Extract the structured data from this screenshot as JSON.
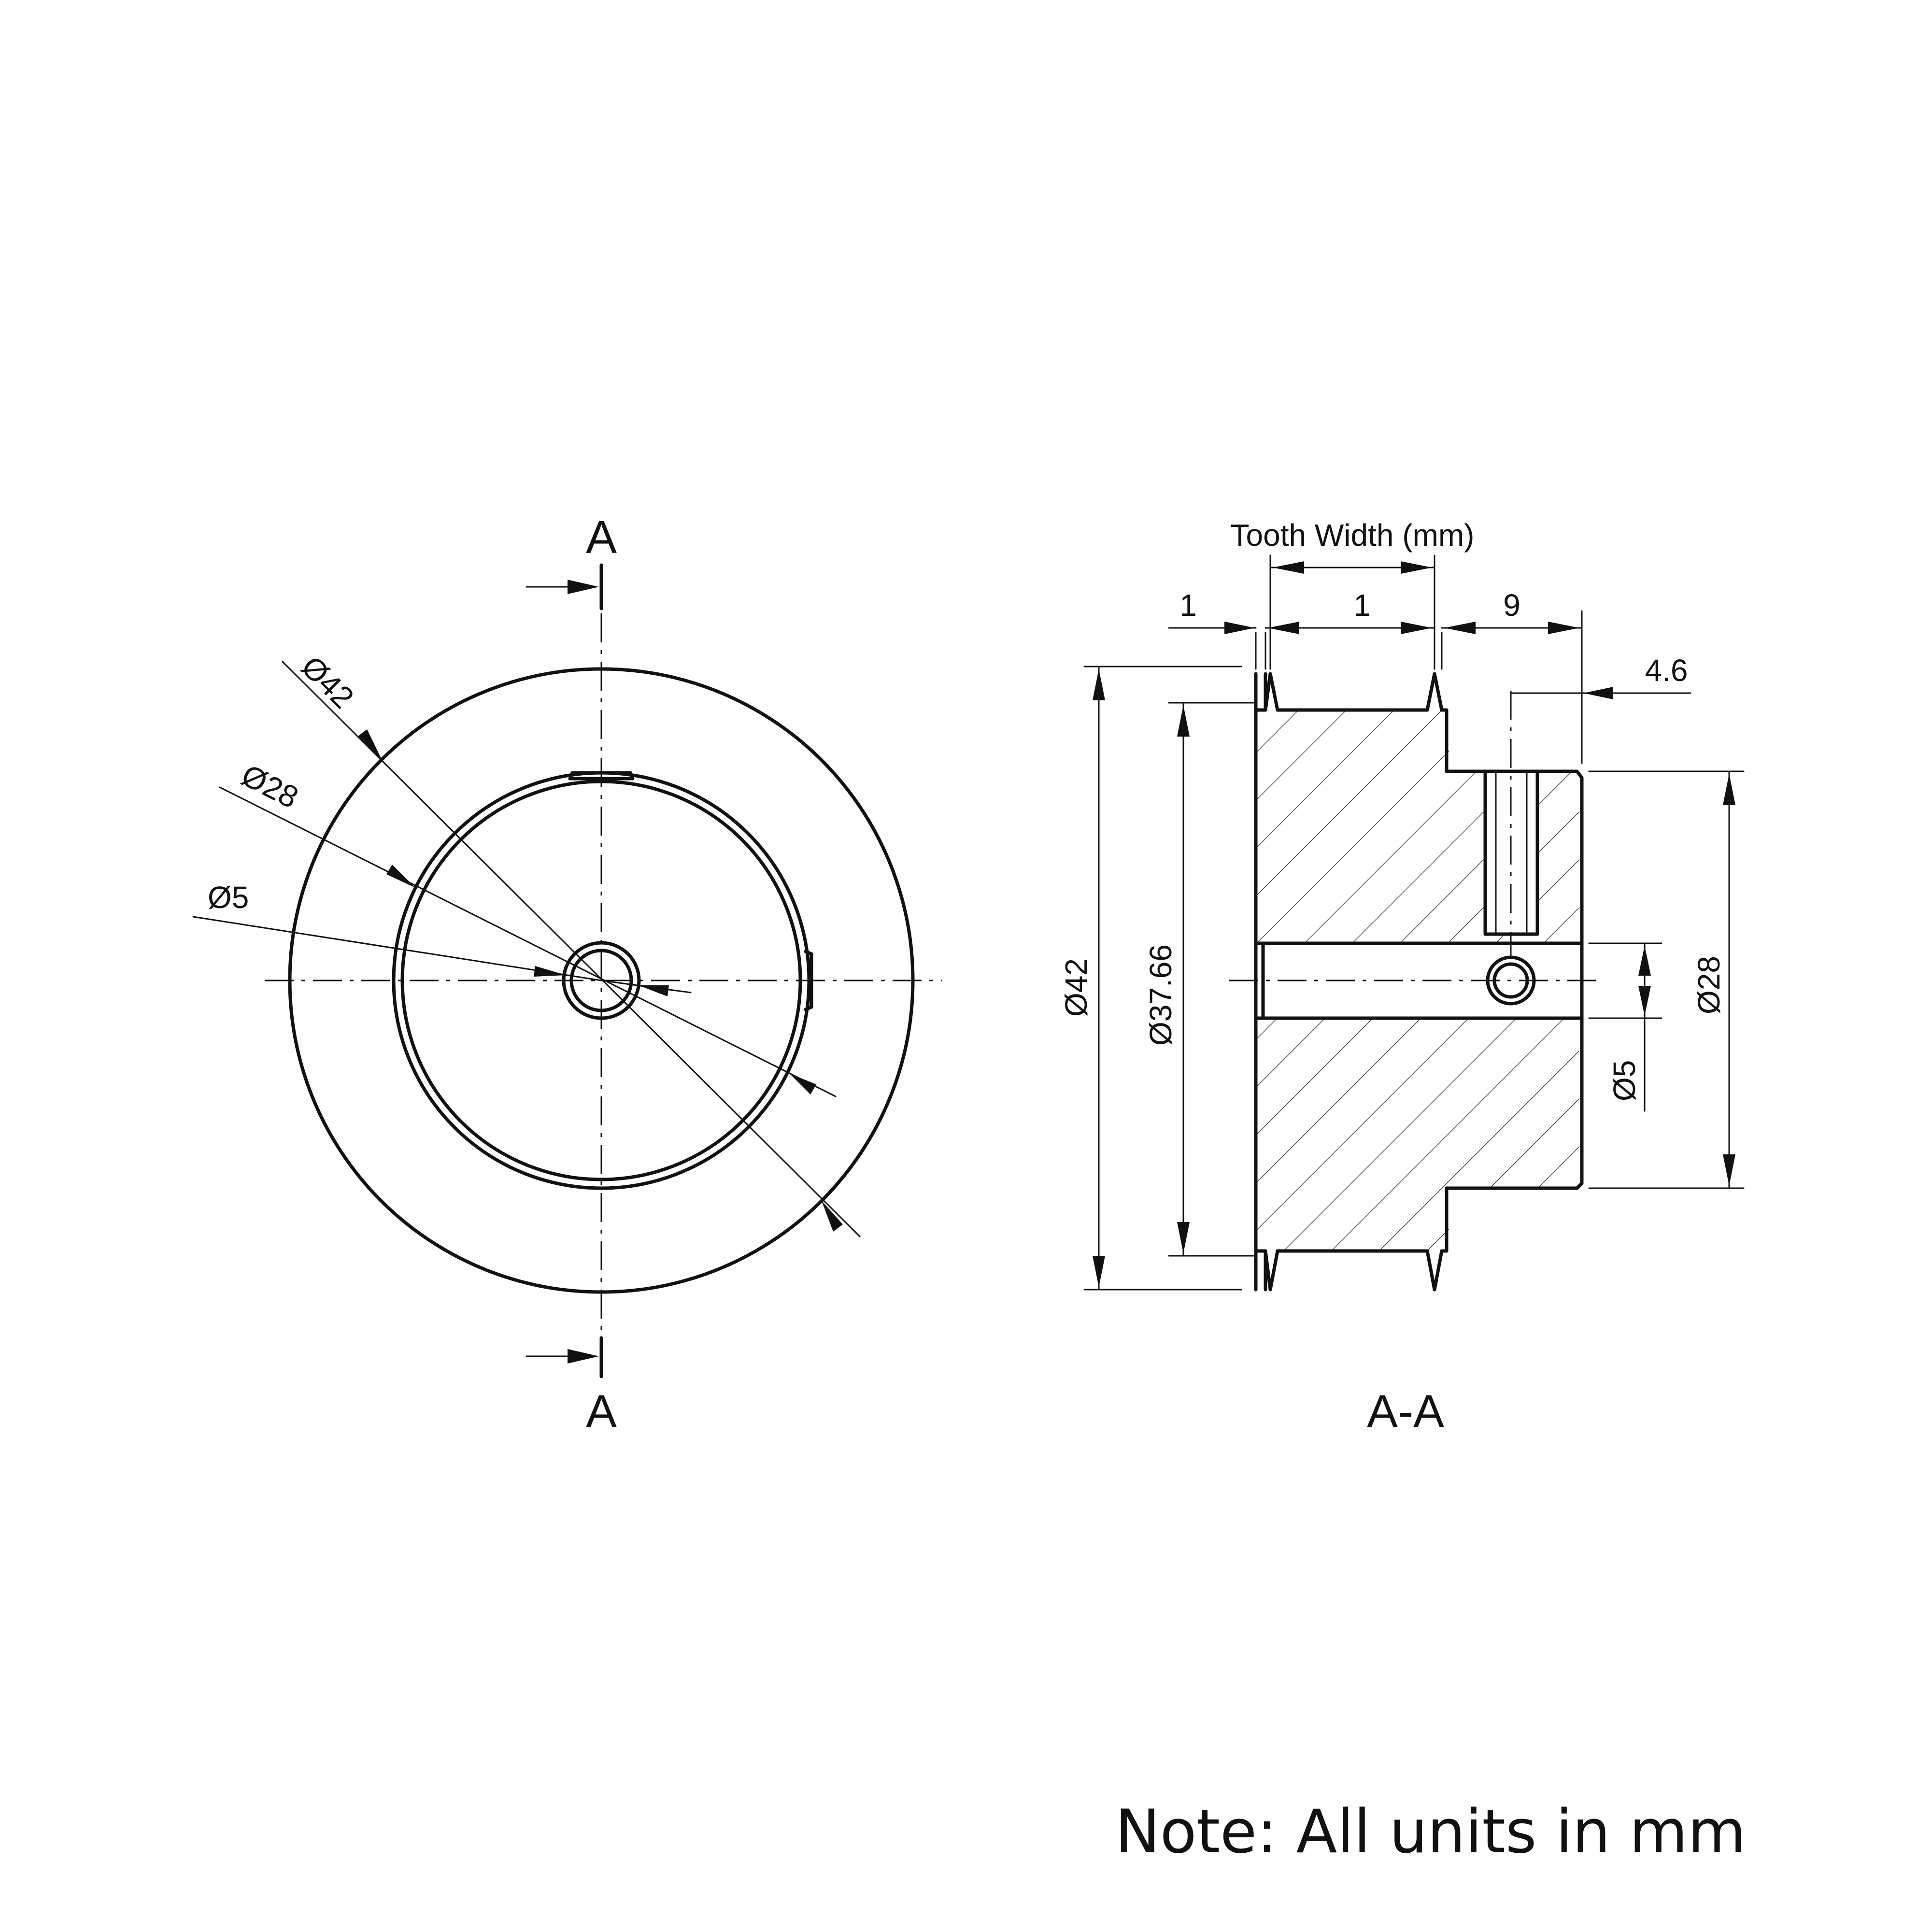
{
  "front_view": {
    "section_label_top": "A",
    "section_label_bottom": "A",
    "dim_outer": "Ø42",
    "dim_hub": "Ø28",
    "dim_bore": "Ø5"
  },
  "section_view": {
    "title": "A-A",
    "tooth_width_label": "Tooth Width (mm)",
    "dim_flange_left": "1",
    "dim_tooth": "1",
    "dim_hub_length": "9",
    "dim_screw_offset": "4.6",
    "dim_outer": "Ø42",
    "dim_pitch": "Ø37.66",
    "dim_hub": "Ø28",
    "dim_bore": "Ø5"
  },
  "note": "Note: All units in mm"
}
